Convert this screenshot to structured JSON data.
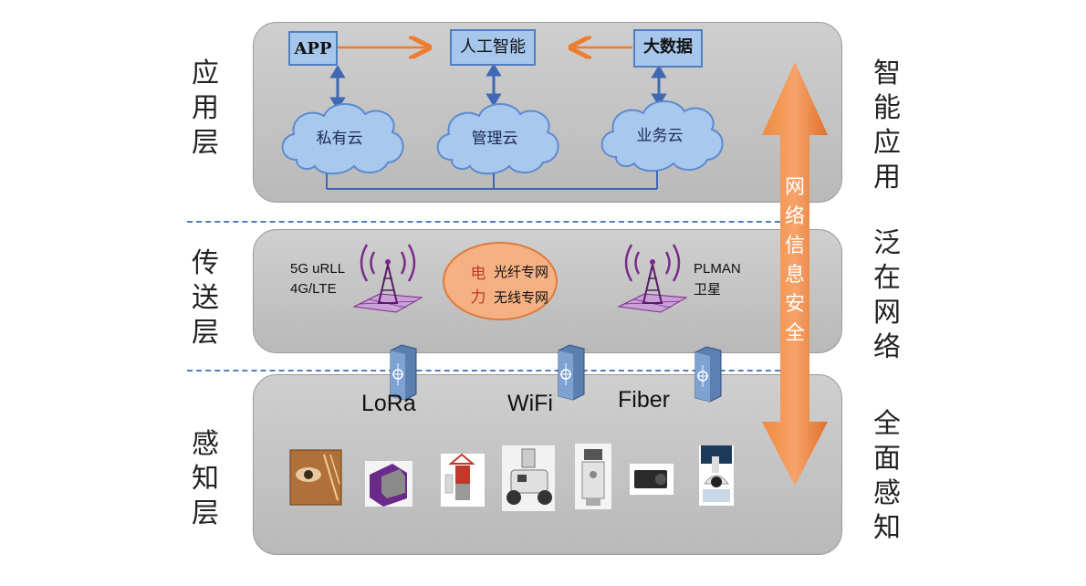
{
  "layers": {
    "application": "应用层",
    "transport": "传送层",
    "perception": "感知层"
  },
  "features": {
    "smart_app": "智能应用",
    "ubiquitous_network": "泛在网络",
    "full_perception": "全面感知"
  },
  "app_layer": {
    "app_box": "APP",
    "ai_box": "人工智能",
    "bigdata_box": "大数据",
    "private_cloud": "私有云",
    "mgmt_cloud": "管理云",
    "business_cloud": "业务云"
  },
  "transport_layer": {
    "left_line1": "5G uRLL",
    "left_line2": "4G/LTE",
    "power_char1": "电",
    "power_char2": "力",
    "fiber_network": "光纤专网",
    "wireless_network": "无线专网",
    "right_line1": "PLMAN",
    "right_line2": "卫星"
  },
  "perception_layer": {
    "lora": "LoRa",
    "wifi": "WiFi",
    "fiber": "Fiber"
  },
  "security": "网络信息安全",
  "colors": {
    "panel": "#c4c4c4",
    "box_fill": "#a7c6ec",
    "cloud_fill": "#a9c8ee",
    "orange": "#ed7d31",
    "purple": "#7a2a8a"
  }
}
